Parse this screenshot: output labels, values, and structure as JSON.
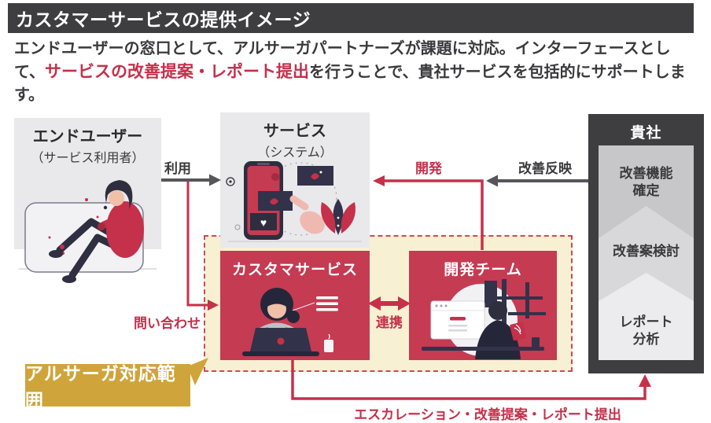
{
  "title": "カスタマーサービスの提供イメージ",
  "intro": {
    "part1": "エンドユーザーの窓口として、アルサーガパートナーズが課題に対応。インターフェースとして、",
    "highlight": "サービスの改善提案・レポート提出",
    "part2": "を行うことで、貴社サービスを包括的にサポートします。"
  },
  "diagram": {
    "end_user": {
      "title": "エンドユーザー",
      "subtitle": "（サービス利用者）"
    },
    "service": {
      "title": "サービス",
      "subtitle": "（システム）"
    },
    "customer_service": {
      "title": "カスタマサービス"
    },
    "dev_team": {
      "title": "開発チーム"
    },
    "company": {
      "title": "貴社",
      "stages": [
        {
          "line1": "改善機能",
          "line2": "確定"
        },
        {
          "line1": "改善案検討",
          "line2": ""
        },
        {
          "line1": "レポート",
          "line2": "分析"
        }
      ]
    },
    "arrows": {
      "use": "利用",
      "inquiry": "問い合わせ",
      "development": "開発",
      "improvement": "改善反映",
      "collaboration": "連携",
      "escalation": "エスカレーション・改善提案・レポート提出"
    },
    "scope_label": "アルサーガ対応範囲"
  },
  "colors": {
    "accent_red": "#c5304a",
    "box_red": "#c53b52",
    "dark": "#3e3e41",
    "cream": "#f8f0d2",
    "gold": "#cfa43b"
  }
}
